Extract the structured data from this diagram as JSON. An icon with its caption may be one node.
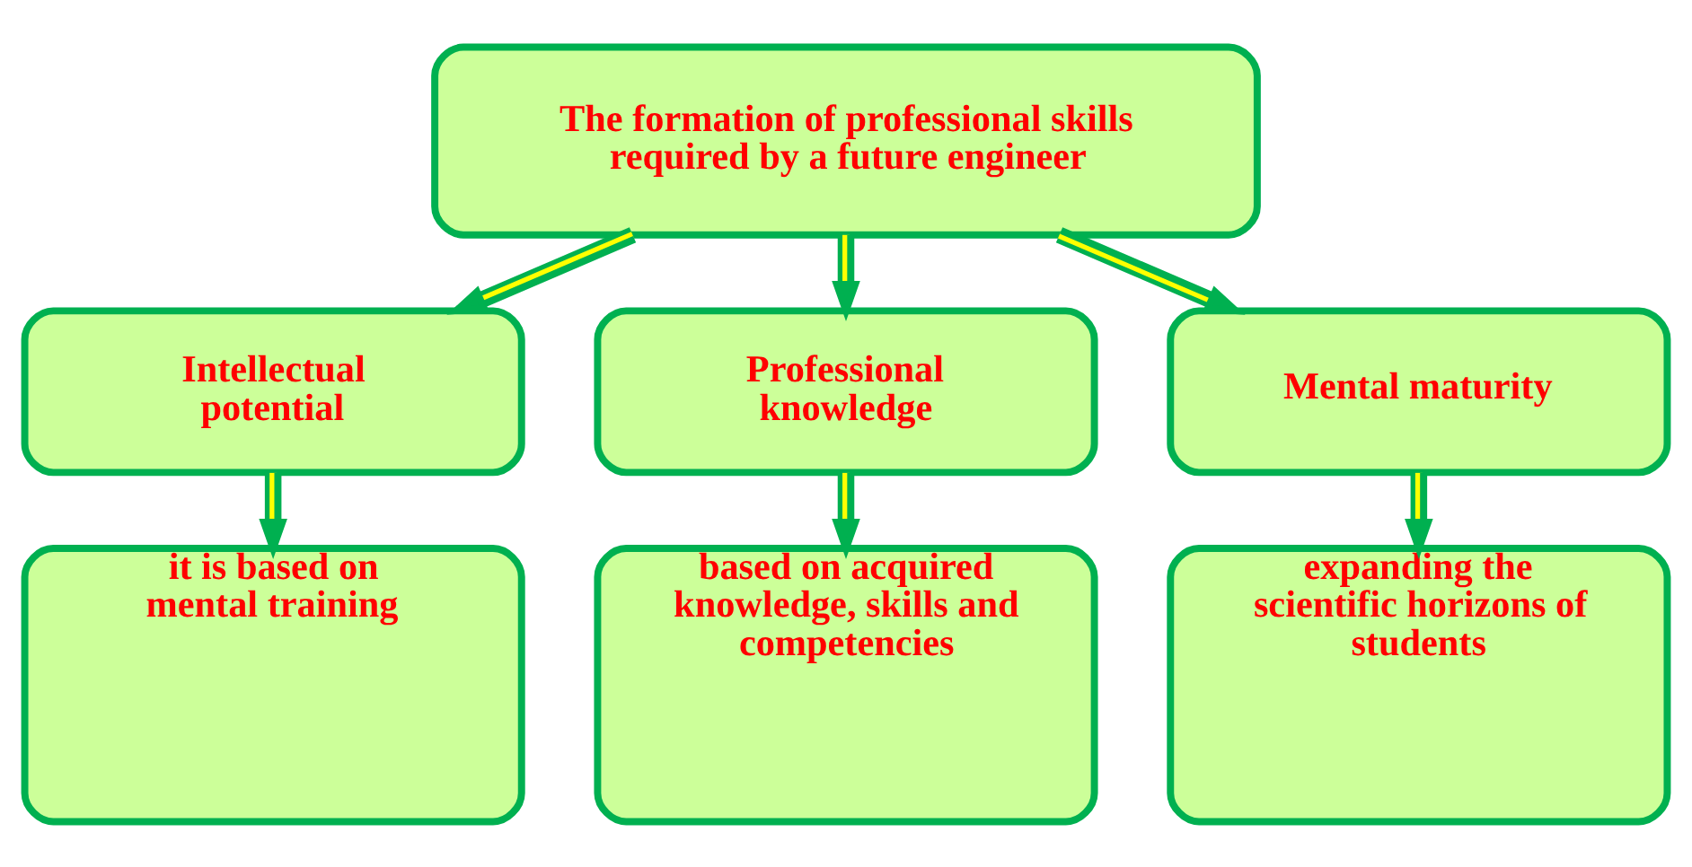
{
  "diagram": {
    "nodes": [
      {
        "text": [
          "The formation of professional skills required by a future engineer"
        ]
      },
      {
        "text": [
          "Intellectual potential"
        ]
      },
      {
        "text": [
          "Professional knowledge"
        ]
      },
      {
        "text": [
          "Mental maturity"
        ]
      },
      {
        "text": [
          "it is based on mental training"
        ]
      },
      {
        "text": [
          "based on acquired knowledge, skills and competencies"
        ]
      },
      {
        "text": [
          "expanding the scientific horizons of students"
        ]
      }
    ],
    "edges": [
      {
        "from": 0,
        "to": 1,
        "arrow": "to"
      },
      {
        "from": 0,
        "to": 2,
        "arrow": "to"
      },
      {
        "from": 0,
        "to": 3,
        "arrow": "to"
      },
      {
        "from": 1,
        "to": 4,
        "arrow": "to"
      },
      {
        "from": 2,
        "to": 5,
        "arrow": "to"
      },
      {
        "from": 3,
        "to": 6,
        "arrow": "to"
      }
    ]
  }
}
